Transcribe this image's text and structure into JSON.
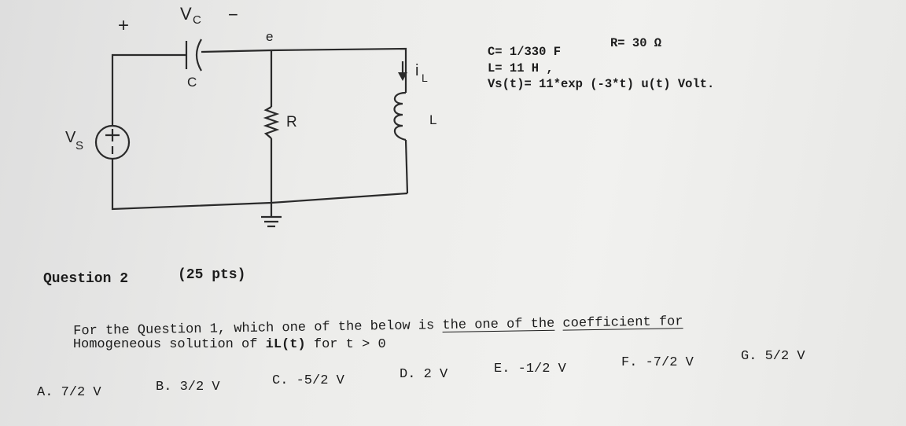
{
  "circuit": {
    "vc_label": "V",
    "vc_sub": "C",
    "plus_top": "+",
    "minus_top": "−",
    "node_label": "e",
    "cap_label": "C",
    "res_label": "R",
    "ind_label": "L",
    "il_label": "i",
    "il_sub": "L",
    "vs_label": "V",
    "vs_sub": "S"
  },
  "params": {
    "line1_a": "C= 1/330 F",
    "line1_b": "R= 30 Ω",
    "line2": "L= 11 H ,",
    "line3": "Vs(t)= 11*exp (-3*t) u(t) Volt."
  },
  "question": {
    "title": "Question 2",
    "points": "(25 pts)",
    "line1_pre": "For the Question 1, which one of the below is ",
    "line1_ul_1": "the one of the",
    "line1_gap": " ",
    "line1_ul_2": "coefficient for",
    "line2_pre": "Homogeneous solution of ",
    "line2_bold": "iL(t)",
    "line2_post": " for t > 0"
  },
  "options": [
    {
      "letter": "A.",
      "value": "7/2 V"
    },
    {
      "letter": "B.",
      "value": "3/2 V"
    },
    {
      "letter": "C.",
      "value": "-5/2 V"
    },
    {
      "letter": "D.",
      "value": "2 V"
    },
    {
      "letter": "E.",
      "value": "-1/2 V"
    },
    {
      "letter": "F.",
      "value": "-7/2 V"
    },
    {
      "letter": "G.",
      "value": "5/2 V"
    }
  ]
}
